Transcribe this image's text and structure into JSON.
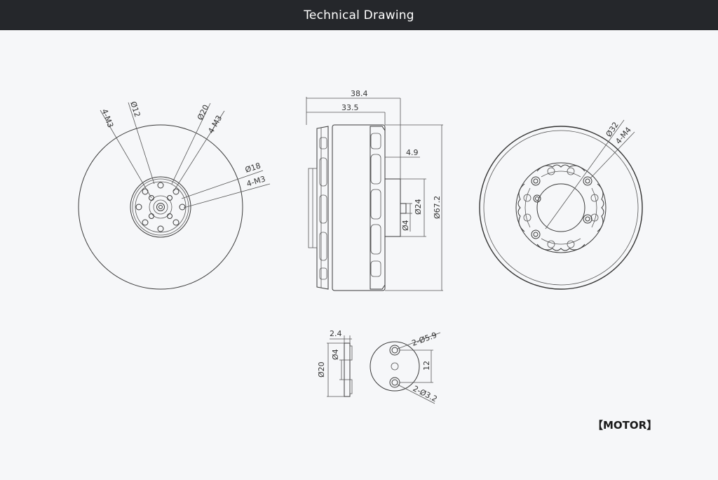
{
  "header": {
    "title": "Technical Drawing"
  },
  "front_view": {
    "labels": {
      "m3_a": "4-M3",
      "d12": "Ø12",
      "d20": "Ø20",
      "m3_b": "4-M3",
      "d18": "Ø18",
      "m3_c": "4-M3"
    }
  },
  "side_view": {
    "labels": {
      "len_total": "38.4",
      "len_body": "33.5",
      "shaft_len": "4.9",
      "shaft_d": "Ø4",
      "hub_d": "Ø24",
      "body_d": "Ø67.2"
    }
  },
  "rear_view": {
    "labels": {
      "d32": "Ø32",
      "m4": "4-M4"
    }
  },
  "adapter_side": {
    "labels": {
      "thk": "2.4",
      "d20": "Ø20",
      "d4": "Ø4"
    }
  },
  "adapter_front": {
    "labels": {
      "big_holes": "2-Ø5.9",
      "spacing": "12",
      "small_holes": "2-Ø3.2"
    }
  },
  "footer": {
    "caption": "【MOTOR】"
  }
}
